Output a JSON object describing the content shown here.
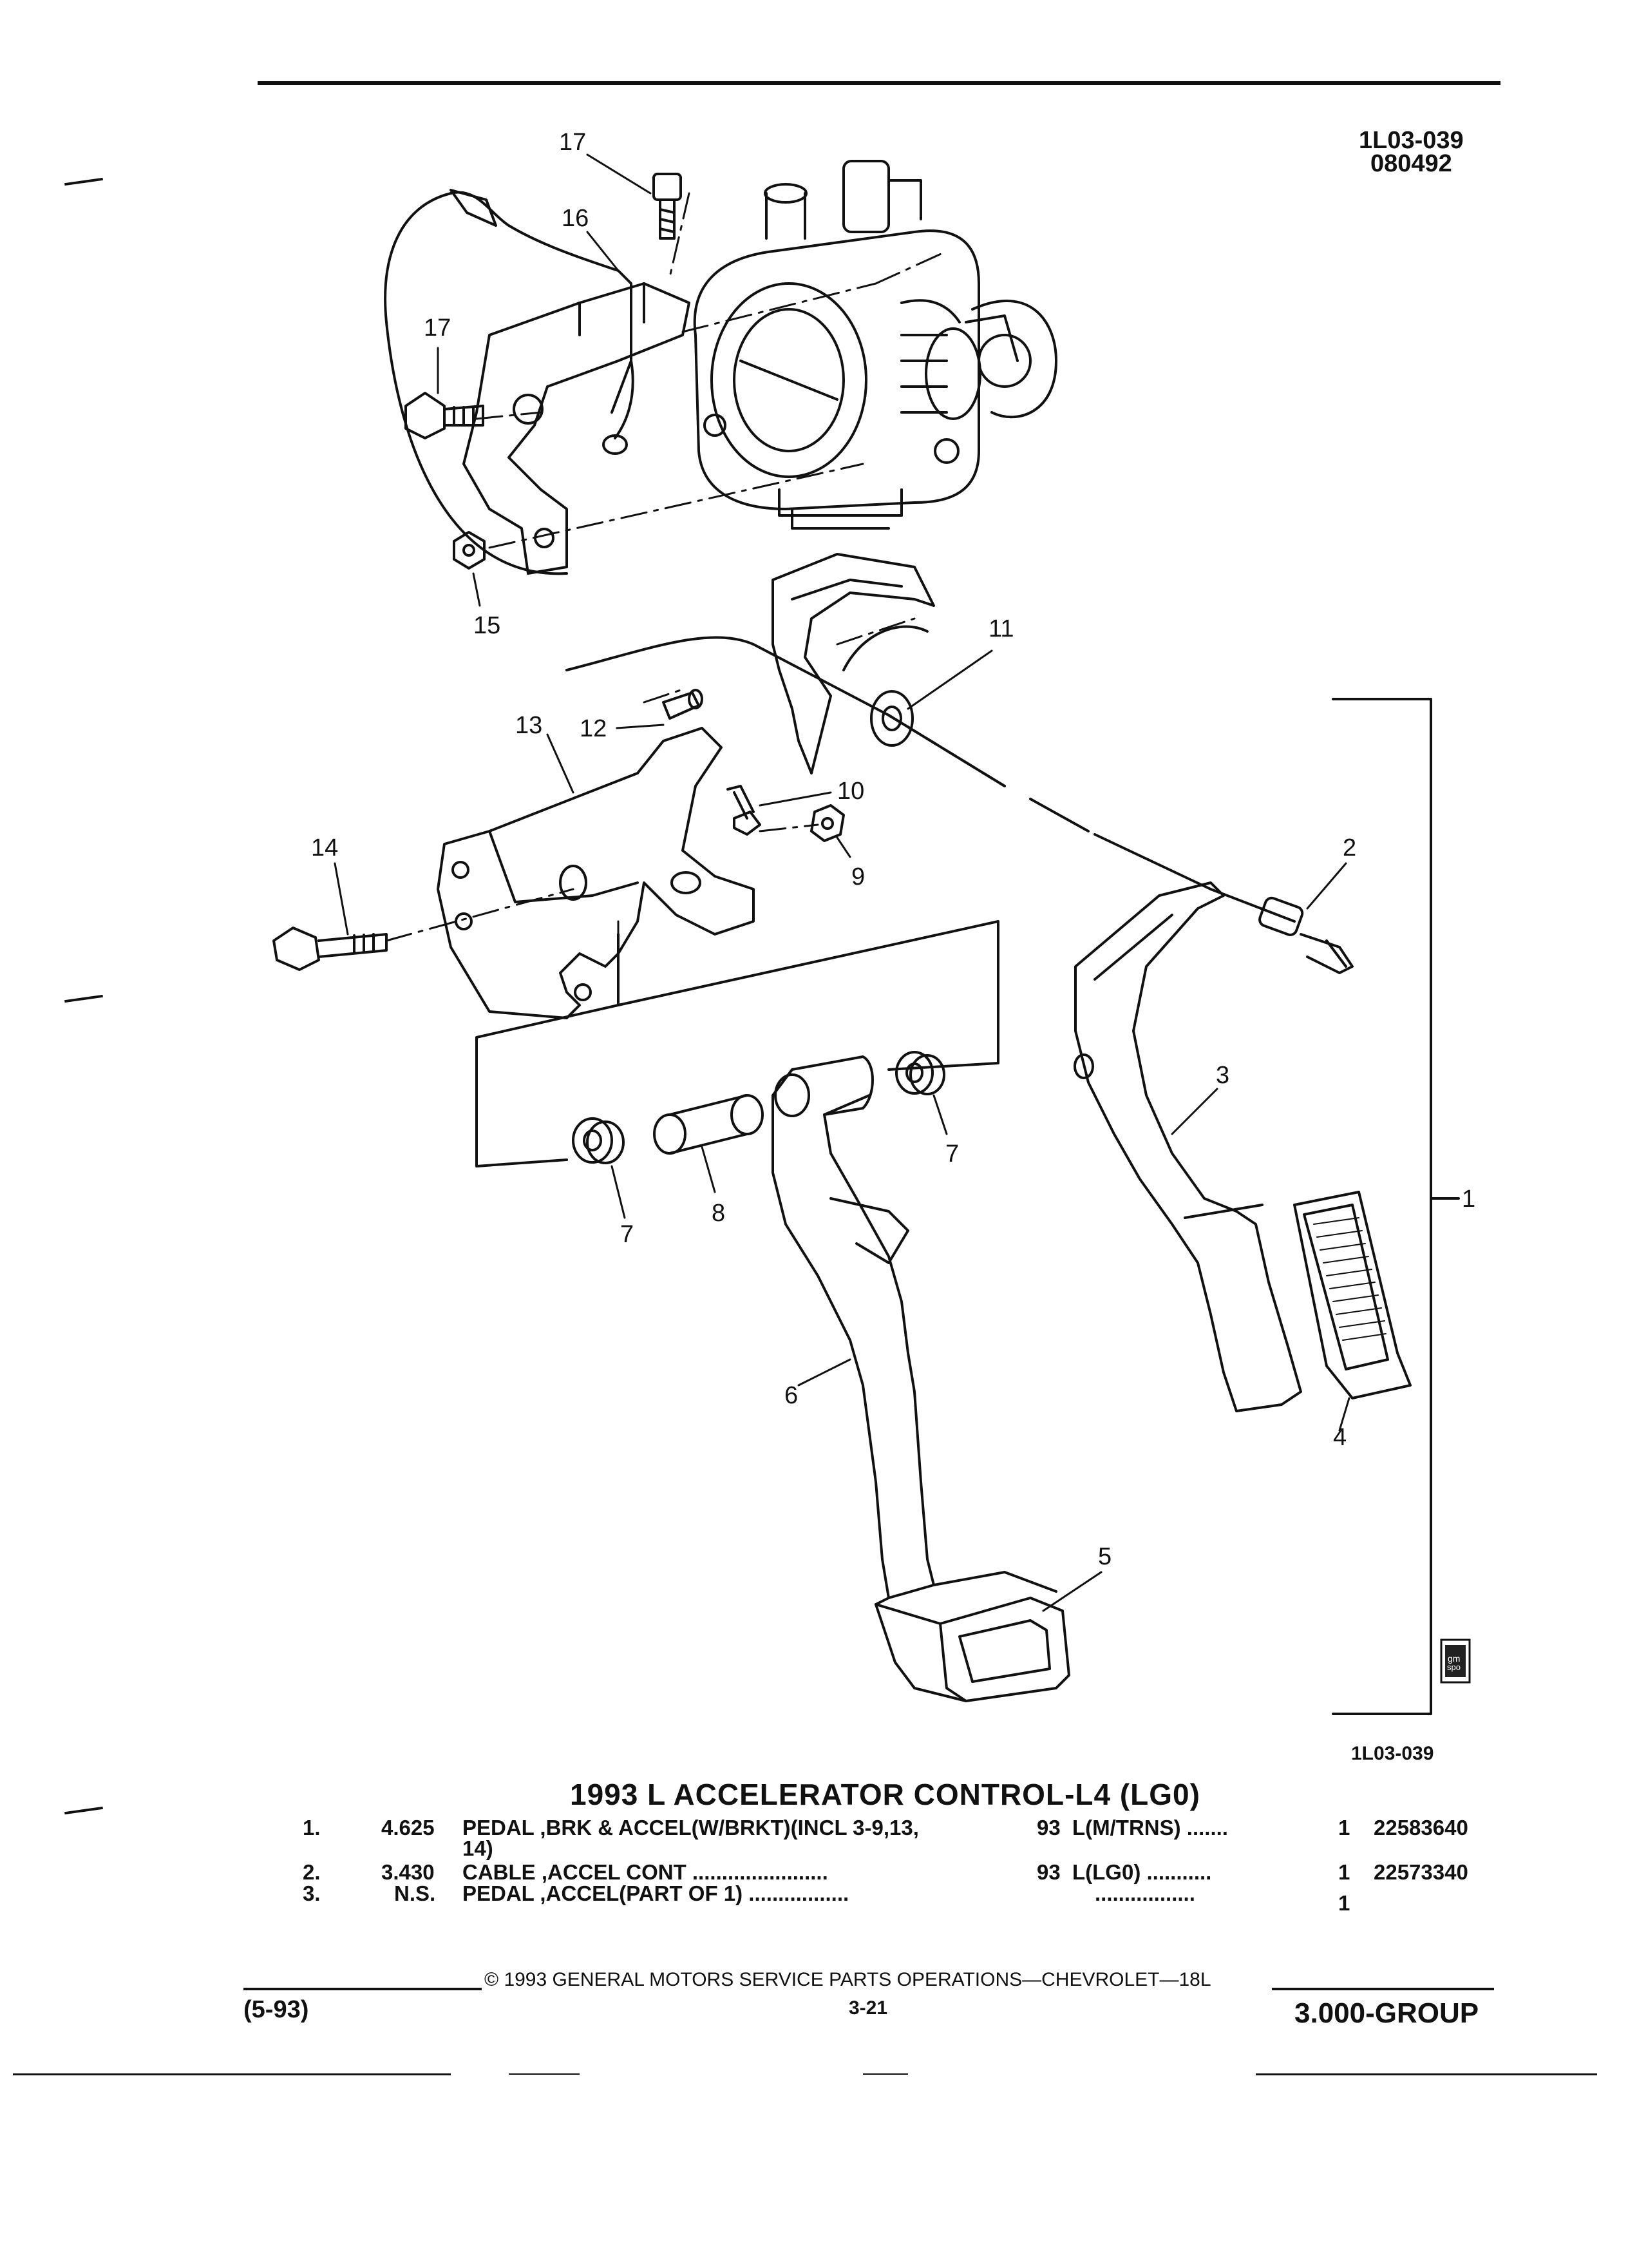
{
  "header": {
    "code_top": "1L03-039",
    "code_date": "080492"
  },
  "callouts": [
    "17",
    "16",
    "17",
    "15",
    "11",
    "13",
    "12",
    "10",
    "9",
    "14",
    "2",
    "3",
    "1",
    "7",
    "7",
    "8",
    "6",
    "4",
    "5"
  ],
  "logo": {
    "line1": "gm",
    "line2": "spo"
  },
  "figure_ref": "1L03-039",
  "section_title": "1993 L ACCELERATOR CONTROL-L4 (LG0)",
  "parts": [
    {
      "item": "1.",
      "code": "4.625",
      "desc": "PEDAL ,BRK & ACCEL(W/BRKT)(INCL 3-9,13,",
      "desc2": "14)",
      "year": "93",
      "usage": "L(M/TRNS) .......",
      "qty": "1",
      "part_no": "22583640"
    },
    {
      "item": "2.",
      "code": "3.430",
      "desc": "CABLE ,ACCEL CONT .......................",
      "desc2": "",
      "year": "93",
      "usage": "L(LG0) ...........",
      "qty": "1",
      "part_no": "22573340"
    },
    {
      "item": "3.",
      "code": "N.S.",
      "desc": "PEDAL ,ACCEL(PART OF 1) .................",
      "desc2": "",
      "year": "",
      "usage": ".................",
      "qty": "1",
      "part_no": ""
    }
  ],
  "footer": {
    "copyright": "© 1993 GENERAL MOTORS SERVICE PARTS OPERATIONS—CHEVROLET—18L",
    "date": "(5-93)",
    "page": "3-21",
    "group": "3.000-GROUP"
  }
}
